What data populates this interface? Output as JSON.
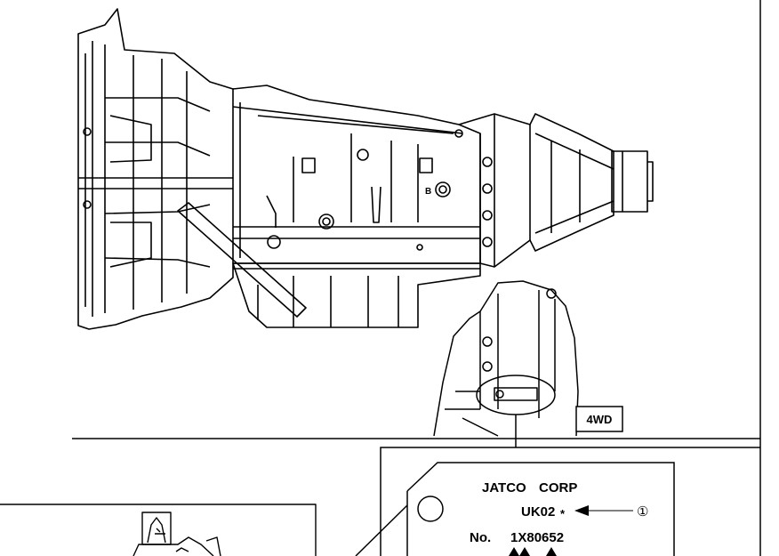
{
  "callouts": {
    "b": "B",
    "variant": "4WD"
  },
  "id_plate": {
    "maker": "JATCO",
    "corp": "CORP",
    "model_code": "UK02",
    "model_mark": "*",
    "callout_number": "①",
    "no_label": "No.",
    "serial": "1X80652"
  },
  "colors": {
    "line": "#000000",
    "background": "#ffffff"
  },
  "icons": [
    "transmission-drawing",
    "id-plate",
    "arrow-left-icon",
    "triangle-marks-icon"
  ]
}
